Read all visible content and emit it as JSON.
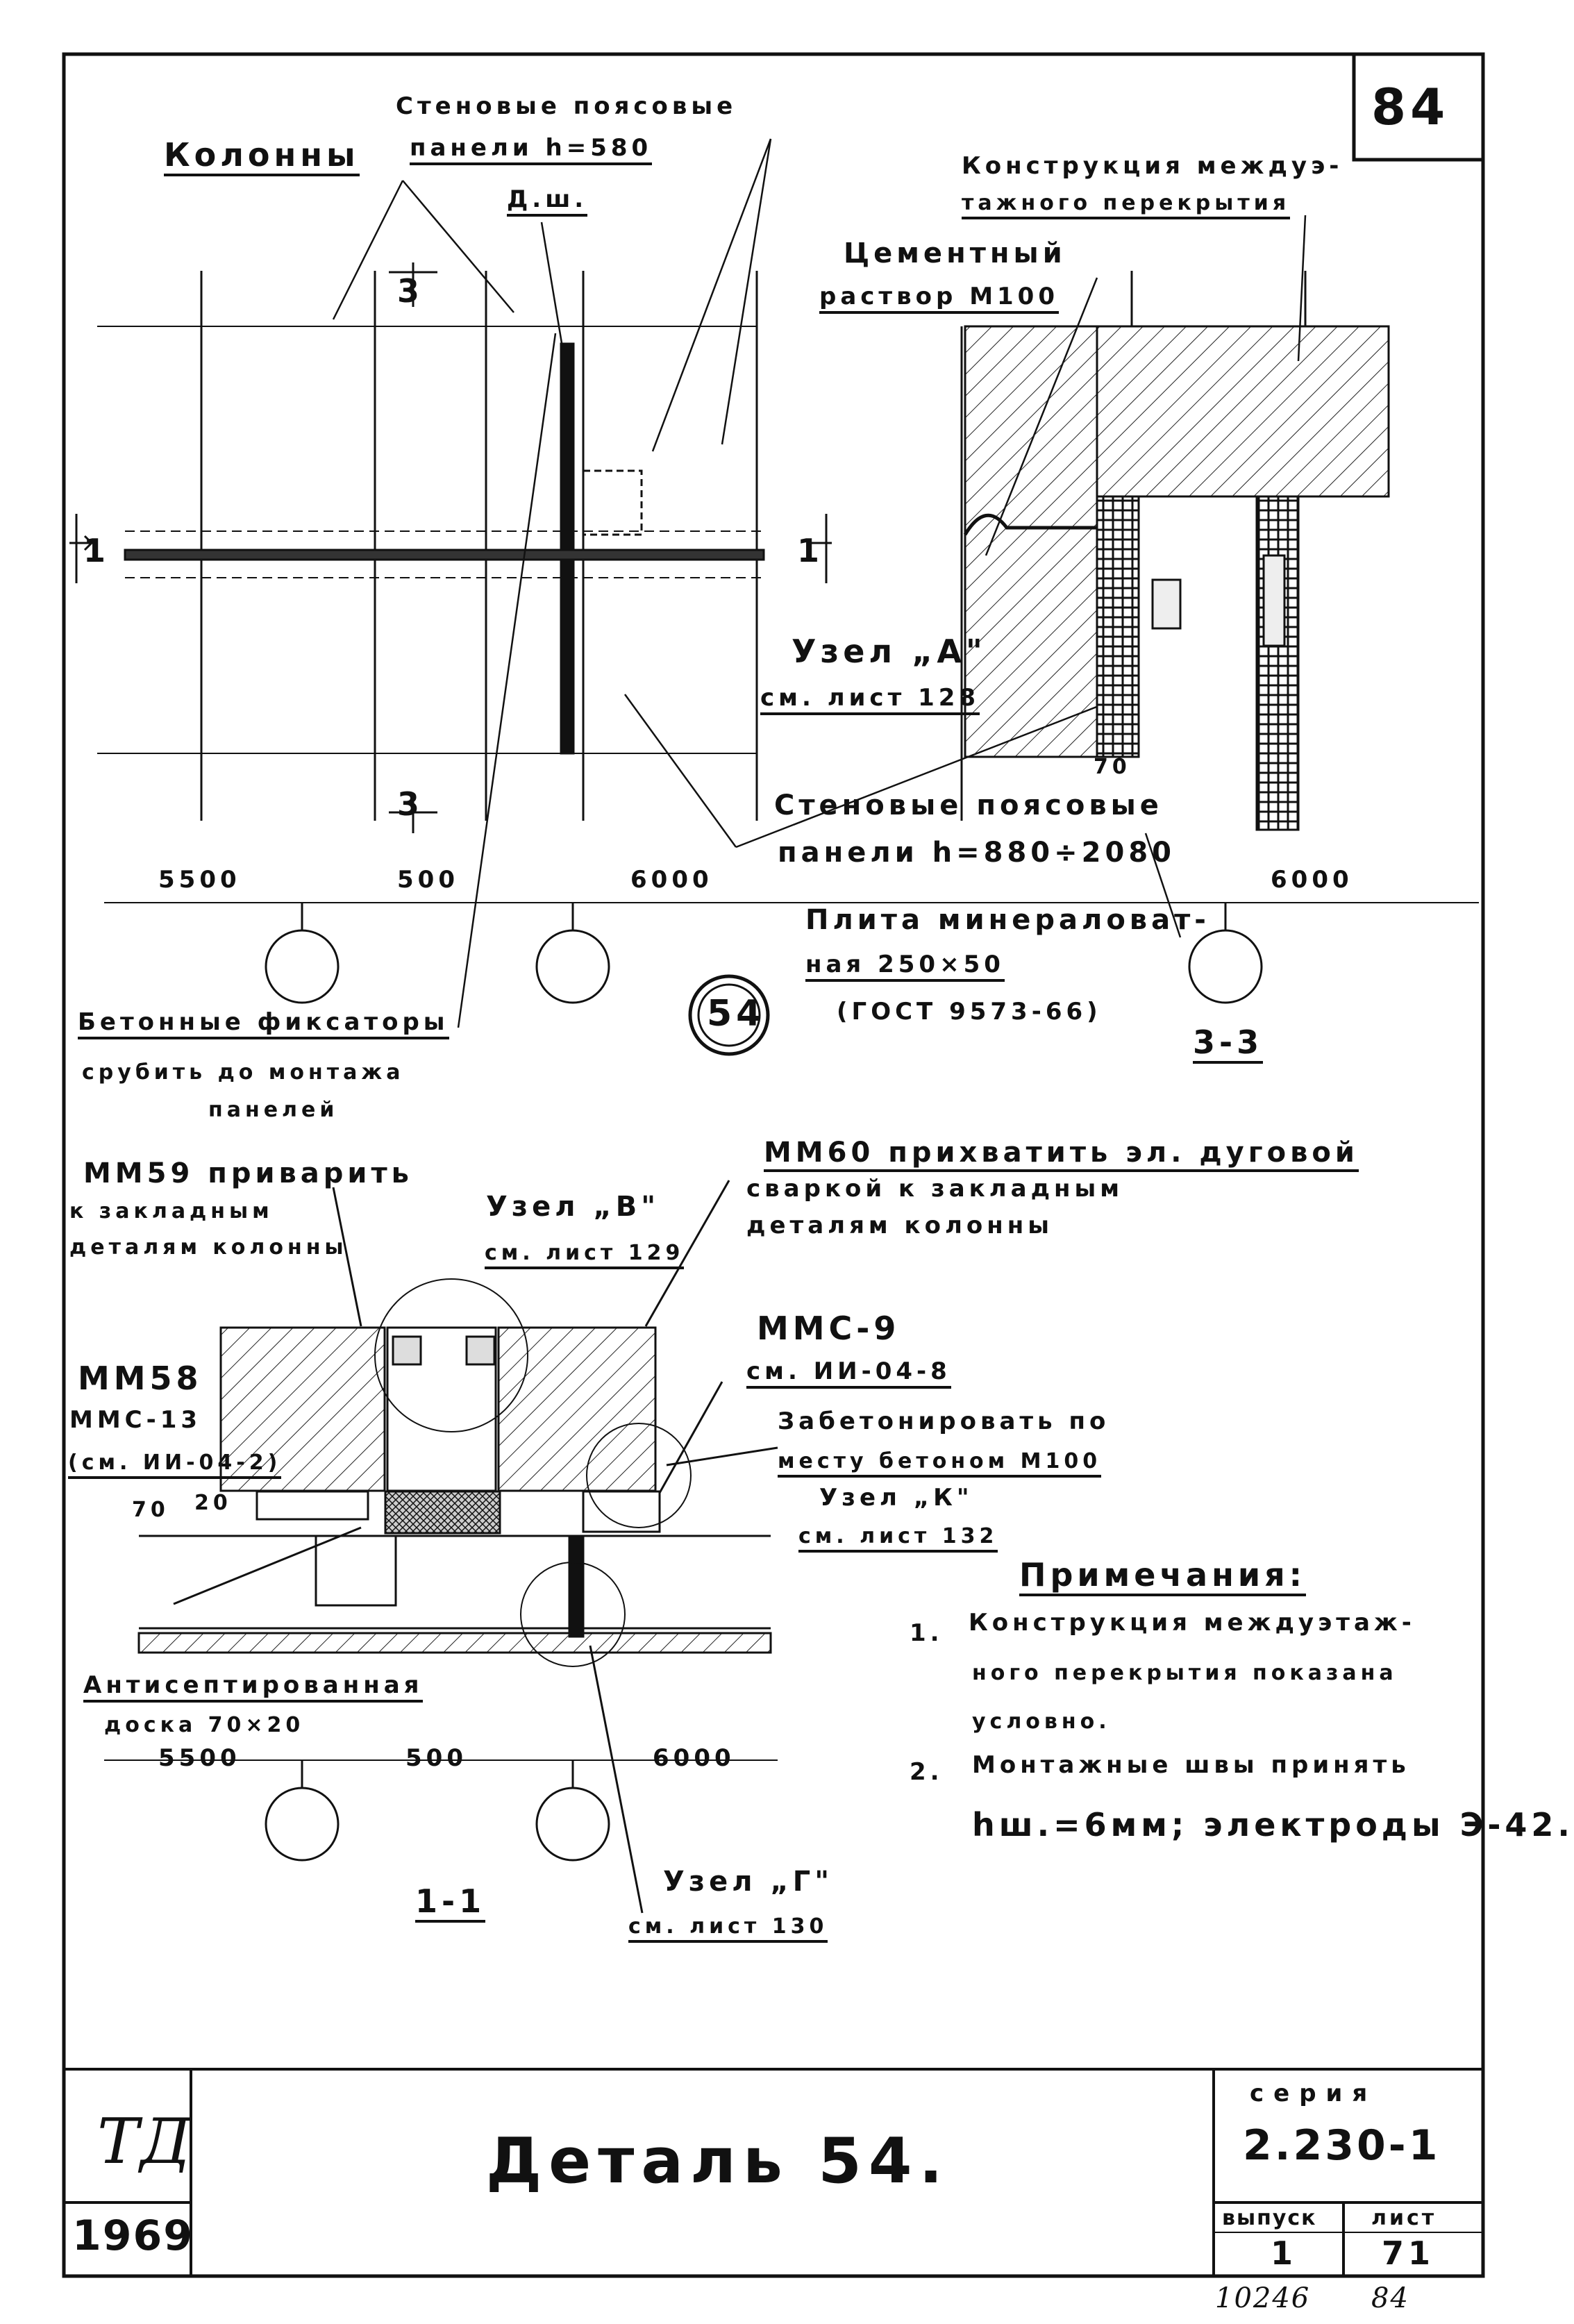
{
  "sheet": {
    "page_number": "84",
    "bottom_numbers": [
      "10246",
      "84"
    ]
  },
  "labels": {
    "columns": "Колонны",
    "wall_panels_top_1": "Стеновые поясовые",
    "wall_panels_top_2": "панели h=580",
    "dsh": "Д.ш.",
    "floor_construction_1": "Конструкция междуэ-",
    "floor_construction_2": "тажного перекрытия",
    "cement_1": "Цементный",
    "cement_2": "раствор М100",
    "node_a_1": "Узел „А\"",
    "node_a_2": "см. лист 128",
    "dim_70_top": "70",
    "wall_panels_mid_1": "Стеновые поясовые",
    "wall_panels_mid_2": "панели h=880÷2080",
    "mineral_1": "Плита минераловат-",
    "mineral_2": "ная 250×50",
    "mineral_3": "(ГОСТ 9573-66)",
    "fixators_1": "Бетонные фиксаторы",
    "fixators_2": "срубить до монтажа",
    "fixators_3": "панелей",
    "section_33": "3-3",
    "detail_no": "54",
    "mm60_1": "ММ60 прихватить эл. дуговой",
    "mm60_2": "сваркой к закладным",
    "mm60_3": "деталям колонны",
    "mm59_1": "ММ59 приварить",
    "mm59_2": "к закладным",
    "mm59_3": "деталям колонны",
    "node_v_1": "Узел „В\"",
    "node_v_2": "см. лист 129",
    "mmc9_1": "ММС-9",
    "mmc9_2": "см. ИИ-04-8",
    "mm58": "ММ58",
    "mmc13_1": "ММС-13",
    "mmc13_2": "(см. ИИ-04-2)",
    "concrete_1": "Забетонировать по",
    "concrete_2": "месту бетоном М100",
    "node_k_1": "Узел „К\"",
    "node_k_2": "см. лист 132",
    "dim_70_left": "70",
    "dim_20": "20",
    "board_1": "Антисептированная",
    "board_2": "доска 70×20",
    "section_11": "1-1",
    "node_g_1": "Узел „Г\"",
    "node_g_2": "см. лист 130",
    "cut_3": "3",
    "cut_1": "1"
  },
  "dimensions": {
    "top_left": "5500",
    "top_mid": "500",
    "top_right": "6000",
    "top_far_right": "6000",
    "bot_left": "5500",
    "bot_mid": "500",
    "bot_right": "6000"
  },
  "notes": {
    "heading": "Примечания:",
    "n1_num": "1.",
    "n1_line1": "Конструкция междуэтаж-",
    "n1_line2": "ного перекрытия показана",
    "n1_line3": "условно.",
    "n2_num": "2.",
    "n2_line1": "Монтажные швы принять",
    "n2_line2": "hш.=6мм; электроды Э-42."
  },
  "title_block": {
    "org_mark": "ТД",
    "year": "1969",
    "title": "Деталь 54.",
    "series_label": "серия",
    "series": "2.230-1",
    "issue_label": "выпуск",
    "issue": "1",
    "sheet_label": "лист",
    "sheet": "71"
  }
}
